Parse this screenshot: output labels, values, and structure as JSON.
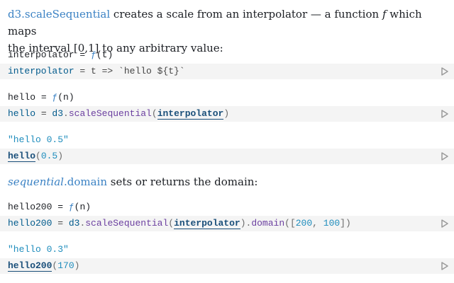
{
  "intro": {
    "link": "d3.scaleSequential",
    "text1": " creates a scale from an interpolator — a function ",
    "f": "f",
    "text2": " which maps",
    "line2": "the interval [0,1] to any arbitrary value:"
  },
  "cell1": {
    "output_name": "interpolator",
    "output_eq": " = ",
    "output_fn": "ƒ",
    "output_args": "(t)",
    "code_var": "interpolator",
    "code_rest": " = t => `hello ${t}`"
  },
  "cell2": {
    "output_name": "hello",
    "output_eq": " = ",
    "output_fn": "ƒ",
    "output_args": "(n)",
    "code_var": "hello",
    "code_eq": " = ",
    "code_obj": "d3",
    "code_dot": ".",
    "code_method": "scaleSequential",
    "code_open": "(",
    "code_ref": "interpolator",
    "code_close": ")"
  },
  "cell3": {
    "output": "\"hello 0.5\"",
    "code_ref": "hello",
    "code_open": "(",
    "code_num": "0.5",
    "code_close": ")"
  },
  "domain_text": {
    "em": "sequential",
    "link": ".domain",
    "rest": " sets or returns the domain:"
  },
  "cell4": {
    "output_name": "hello200",
    "output_eq": " = ",
    "output_fn": "ƒ",
    "output_args": "(n)",
    "code_var": "hello200",
    "code_eq": " = ",
    "code_obj": "d3",
    "code_dot": ".",
    "code_method": "scaleSequential",
    "code_open": "(",
    "code_ref": "interpolator",
    "code_mid": ").",
    "code_method2": "domain",
    "code_open2": "([",
    "code_n1": "200",
    "code_sep": ", ",
    "code_n2": "100",
    "code_close2": "])"
  },
  "cell5": {
    "output": "\"hello 0.3\"",
    "code_ref": "hello200",
    "code_open": "(",
    "code_num": "170",
    "code_close": ")"
  },
  "icons": {
    "run": "play-icon"
  }
}
